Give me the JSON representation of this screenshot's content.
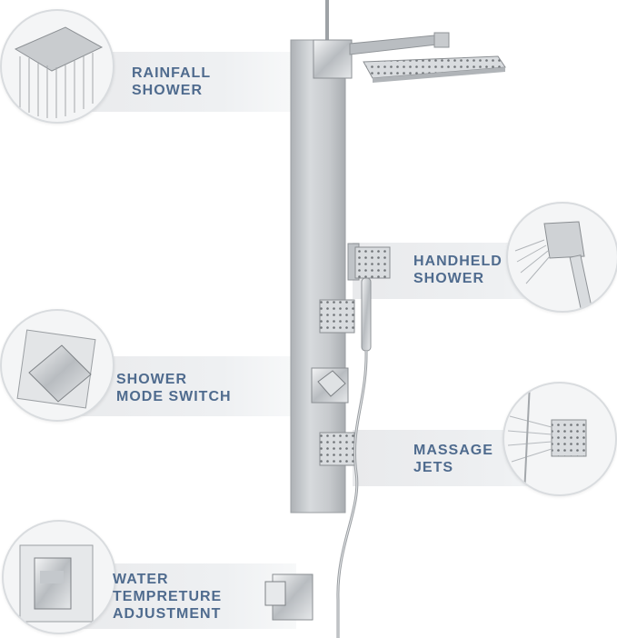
{
  "features": {
    "rainfall": {
      "line1": "RAINFALL",
      "line2": "SHOWER",
      "icon": "rainfall-shower-head-icon"
    },
    "handheld": {
      "line1": "HANDHELD",
      "line2": "SHOWER",
      "icon": "handheld-shower-icon"
    },
    "mode_switch": {
      "line1": "SHOWER",
      "line2": "MODE SWITCH",
      "icon": "mode-switch-knob-icon"
    },
    "massage": {
      "line1": "MASSAGE",
      "line2": "JETS",
      "icon": "massage-jet-icon"
    },
    "temperature": {
      "line1": "WATER",
      "line2": "TEMPRETURE",
      "line3": "ADJUSTMENT",
      "icon": "temperature-valve-icon"
    }
  },
  "colors": {
    "label_text": "#4f6b8e",
    "band": "#eceef0",
    "metal": "#c9ccd0"
  }
}
